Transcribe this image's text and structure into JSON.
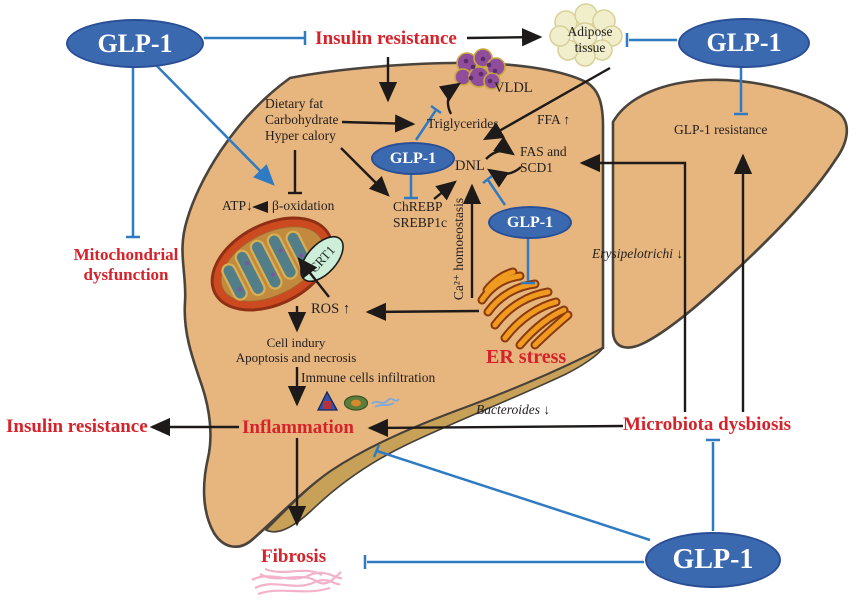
{
  "colors": {
    "glp1-blue": "#3a69b0",
    "glp1-border": "#2a4f96",
    "red": "#d6222a",
    "ink": "#221e1f",
    "inhibit-blue": "#2f7bc3",
    "arrow-black": "#1d1a19",
    "liver": "#e7b67e",
    "liver-band": "#c8a158",
    "liver-outline": "#4a443c",
    "er-orange": "#f09b1f",
    "mito-red": "#cd4a20",
    "crt1-green": "#cdeed8",
    "vldl-purple": "#8f4d9c",
    "adipose-yellow": "#f1eecb",
    "fibrosis-pink": "#f3aec7"
  },
  "glp1": {
    "top_left": "GLP-1",
    "top_right": "GLP-1",
    "mid_upper": "GLP-1",
    "mid_lower": "GLP-1",
    "bottom": "GLP-1"
  },
  "labels": {
    "insulin_resistance_top": "Insulin resistance",
    "adipose_1": "Adipose",
    "adipose_2": "tissue",
    "vldl": "VLDL",
    "dietary_1": "Dietary fat",
    "dietary_2": "Carbohydrate",
    "dietary_3": "Hyper calory",
    "triglycerides": "Triglycerides",
    "ffa": "FFA ↑",
    "dnl": "DNL",
    "fas_1": "FAS and",
    "fas_2": "SCD1",
    "chrebp_1": "ChREBP",
    "chrebp_2": "SREBP1c",
    "atp": "ATP↓",
    "beta_oxidation": "β-oxidation",
    "ca_homoeostasis": "Ca²⁺ homoeostasis",
    "glp1_resistance": "GLP-1 resistance",
    "erysipelotrichi": "Erysipelotrichi ↓",
    "ros": "ROS ↑",
    "cell_injury_1": "Cell indury",
    "cell_injury_2": "Apoptosis and necrosis",
    "immune_cells": "Immune cells infiltration",
    "bacteroides": "Bacteroides ↓",
    "crt1": "CRT1",
    "mito_dysfunction_1": "Mitochondrial",
    "mito_dysfunction_2": "dysfunction",
    "insulin_resistance_left": "Insulin resistance",
    "inflammation": "Inflammation",
    "er_stress": "ER stress",
    "microbiota_dysbiosis": "Microbiota dysbiosis",
    "fibrosis": "Fibrosis"
  }
}
